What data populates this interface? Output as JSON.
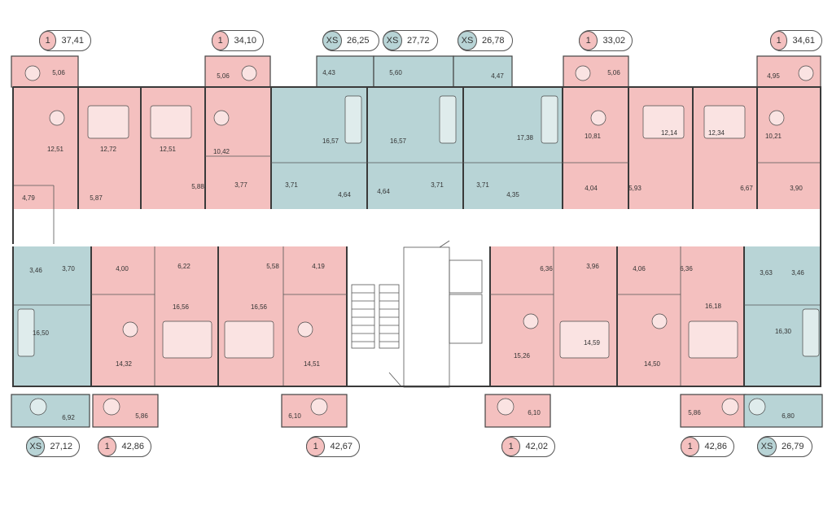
{
  "colors": {
    "one_room": "#f4c0bf",
    "studio": "#b8d4d6",
    "wall": "#3a3a3a",
    "corridor": "#ffffff"
  },
  "legend_types": {
    "one_room": "1",
    "studio": "XS"
  },
  "badges_top": [
    {
      "type": "1",
      "area": "37,41",
      "kind": "one_room"
    },
    {
      "type": "1",
      "area": "34,10",
      "kind": "one_room"
    },
    {
      "type": "XS",
      "area": "26,25",
      "kind": "studio"
    },
    {
      "type": "XS",
      "area": "27,72",
      "kind": "studio"
    },
    {
      "type": "XS",
      "area": "26,78",
      "kind": "studio"
    },
    {
      "type": "1",
      "area": "33,02",
      "kind": "one_room"
    },
    {
      "type": "1",
      "area": "34,61",
      "kind": "one_room"
    }
  ],
  "badges_bottom": [
    {
      "type": "XS",
      "area": "27,12",
      "kind": "studio"
    },
    {
      "type": "1",
      "area": "42,86",
      "kind": "one_room"
    },
    {
      "type": "1",
      "area": "42,67",
      "kind": "one_room"
    },
    {
      "type": "1",
      "area": "42,02",
      "kind": "one_room"
    },
    {
      "type": "1",
      "area": "42,86",
      "kind": "one_room"
    },
    {
      "type": "XS",
      "area": "26,79",
      "kind": "studio"
    }
  ],
  "top_balconies": [
    "5,06",
    "5,06",
    "4,43",
    "5,60",
    "4,47",
    "5,06",
    "4,95"
  ],
  "top_rooms": [
    "12,51",
    "12,72",
    "12,51",
    "10,42",
    "16,57",
    "16,57",
    "17,38",
    "10,81",
    "12,14",
    "12,34",
    "10,21"
  ],
  "top_service": [
    "4,79",
    "5,87",
    "5,88",
    "3,77",
    "3,71",
    "4,64",
    "4,64",
    "3,71",
    "3,71",
    "4,35",
    "4,04",
    "5,93",
    "6,67",
    "3,90"
  ],
  "bottom_service": [
    "3,46",
    "3,70",
    "4,00",
    "6,22",
    "5,58",
    "4,19",
    "6,36",
    "3,96",
    "4,06",
    "6,36",
    "3,63",
    "3,46"
  ],
  "bottom_rooms": [
    "16,50",
    "14,32",
    "16,56",
    "16,56",
    "14,51",
    "15,26",
    "14,59",
    "14,50",
    "16,18",
    "16,30"
  ],
  "bottom_balconies": [
    "6,92",
    "5,86",
    "6,10",
    "6,10",
    "5,86",
    "6,80"
  ]
}
